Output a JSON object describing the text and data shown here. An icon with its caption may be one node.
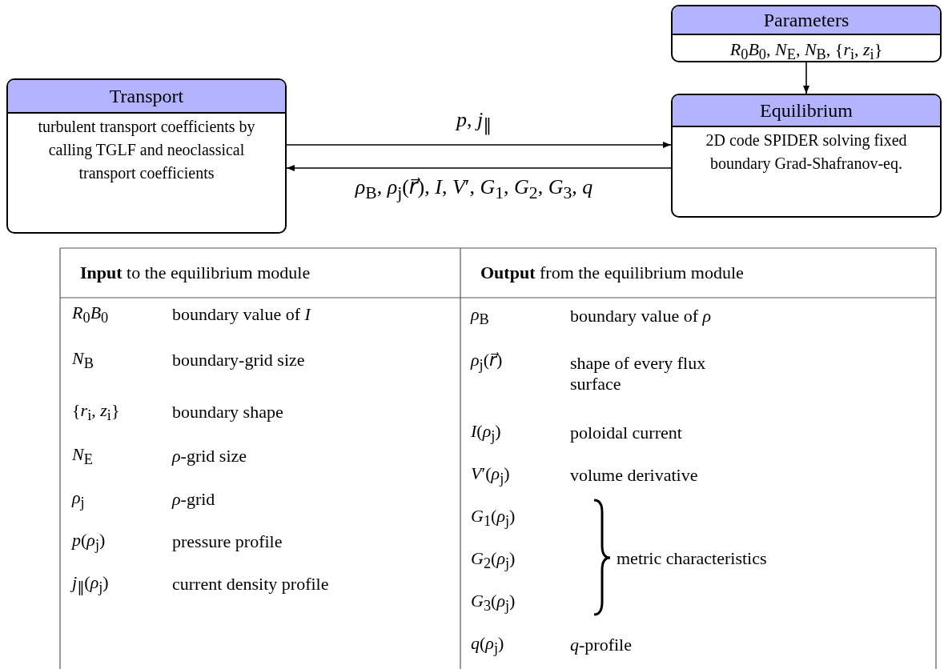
{
  "diagram": {
    "nodes": [
      {
        "text": [
          "Parameters",
          "*R*$_{0}$*B*$_{0}$, *N*$_{E}$, *N*$_{B}$, {*r*$_{i}$, *z*$_{i}$}"
        ]
      },
      {
        "text": [
          "Transport",
          "turbulent transport coefficients by calling TGLF and neoclassical transport coefficients"
        ]
      },
      {
        "text": [
          "Equilibrium",
          "2D code SPIDER solving fixed boundary Grad-Shafranov-eq."
        ]
      }
    ],
    "edges": [
      {
        "from": 0,
        "to": 2,
        "arrow": "to"
      },
      {
        "from": 1,
        "to": 2,
        "arrow": "to",
        "label": "*p*, *j*$_{∥}$"
      },
      {
        "from": 2,
        "to": 1,
        "arrow": "to",
        "label": "*ρ*$_{B}$, *ρ*$_{j}$(*r⃗*), *I*, *V*′, *G*$_{1}$, *G*$_{2}$, *G*$_{3}$, *q*"
      }
    ],
    "labels": [
      "**Input** to the equilibrium module",
      "**Output** from the equilibrium module",
      "*R*$_{0}$*B*$_{0}$",
      "boundary value of *I*",
      "*ρ*$_{B}$",
      "boundary value of *ρ*",
      "*N*$_{B}$",
      "boundary-grid size",
      "*ρ*$_{j}$(*r⃗*)",
      "shape of every flux surface",
      "{*r*$_{i}$, *z*$_{i}$}",
      "boundary shape",
      "*I*(*ρ*$_{j}$)",
      "poloidal current",
      "*N*$_{E}$",
      "*ρ*-grid size",
      "*V*′(*ρ*$_{j}$)",
      "volume derivative",
      "*ρ*$_{j}$",
      "*ρ*-grid",
      "*G*$_{1}$(*ρ*$_{j}$)",
      "metric characteristics",
      "*p*(*ρ*$_{j}$)",
      "pressure profile",
      "*G*$_{2}$(*ρ*$_{j}$)",
      "*j*$_{∥}$(*ρ*$_{j}$)",
      "current density profile",
      "*G*$_{3}$(*ρ*$_{j}$)",
      "*q*(*ρ*$_{j}$)",
      "*q*-profile"
    ]
  }
}
